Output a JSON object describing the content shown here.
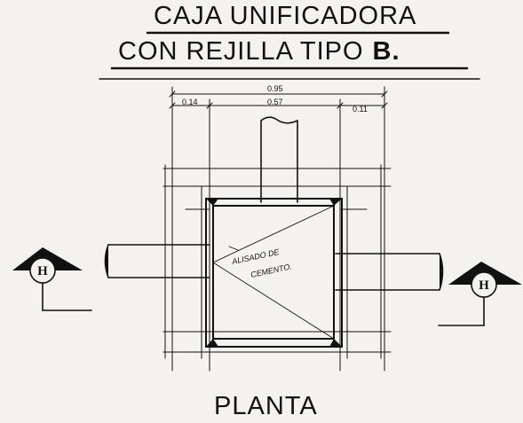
{
  "title": {
    "line1": "CAJA UNIFICADORA",
    "line2": "CON REJILLA TIPO",
    "line2_type": "B."
  },
  "dimensions": {
    "total": "0.95",
    "left": "0.14",
    "center": "0.57",
    "right": "0.11"
  },
  "annotation": {
    "line1": "ALISADO DE",
    "line2": "CEMENTO."
  },
  "section_mark": {
    "left": "H",
    "right": "H"
  },
  "caption": "PLANTA",
  "colors": {
    "ink": "#111111",
    "paper": "#f4f2ee"
  }
}
